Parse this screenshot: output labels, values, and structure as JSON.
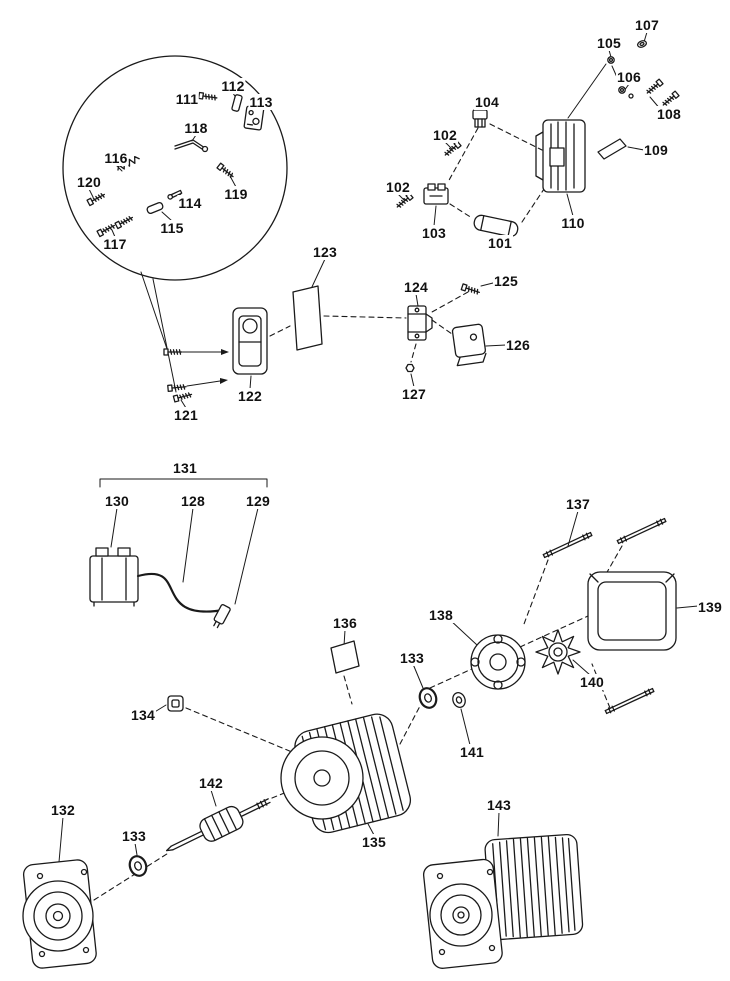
{
  "figure": {
    "colors": {
      "line": "#1a1a1a",
      "text": "#111111",
      "background": "#ffffff"
    }
  },
  "labels": [
    "107",
    "105",
    "106",
    "108",
    "109",
    "104",
    "102",
    "102",
    "103",
    "101",
    "110",
    "112",
    "111",
    "113",
    "118",
    "116",
    "120",
    "119",
    "114",
    "115",
    "117",
    "123",
    "125",
    "124",
    "126",
    "122",
    "127",
    "121",
    "131",
    "130",
    "128",
    "129",
    "137",
    "139",
    "138",
    "136",
    "133",
    "140",
    "134",
    "141",
    "142",
    "132",
    "133",
    "135",
    "143"
  ]
}
